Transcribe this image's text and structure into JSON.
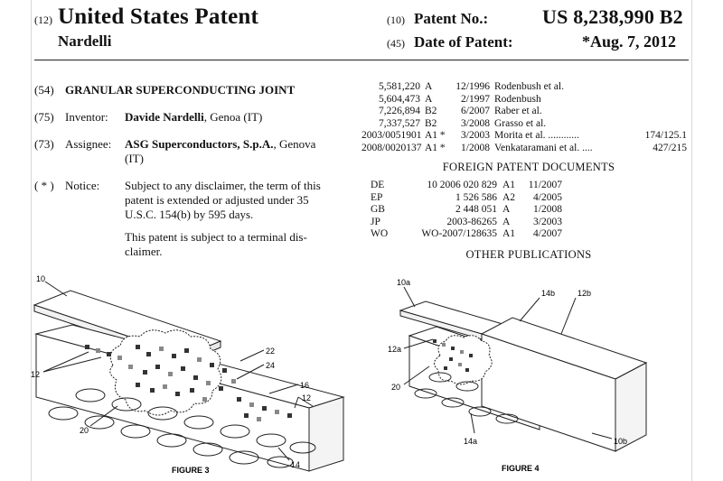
{
  "header": {
    "code12": "(12)",
    "title": "United States Patent",
    "inventor_surname": "Nardelli",
    "code10": "(10)",
    "patent_no_label": "Patent No.:",
    "patent_no": "US 8,238,990 B2",
    "code45": "(45)",
    "date_label": "Date of Patent:",
    "date": "*Aug. 7, 2012"
  },
  "fields": {
    "f54_code": "(54)",
    "f54_title": "GRANULAR SUPERCONDUCTING JOINT",
    "f75_code": "(75)",
    "f75_label": "Inventor:",
    "f75_name": "Davide Nardelli",
    "f75_loc": ", Genoa (IT)",
    "f73_code": "(73)",
    "f73_label": "Assignee:",
    "f73_name": "ASG Superconductors, S.p.A.",
    "f73_loc": ", Genova",
    "f73_loc2": "(IT)",
    "notice_code": "( * )",
    "notice_label": "Notice:",
    "notice_l1": "Subject to any disclaimer, the term of this",
    "notice_l2": "patent is extended or adjusted under 35",
    "notice_l3": "U.S.C. 154(b) by 595 days.",
    "terminal_l1": "This patent is subject to a terminal dis-",
    "terminal_l2": "claimer."
  },
  "us_refs": [
    {
      "num": "5,581,220",
      "kind": "A",
      "date": "12/1996",
      "name": "Rodenbush et al.",
      "cls": ""
    },
    {
      "num": "5,604,473",
      "kind": "A",
      "date": "2/1997",
      "name": "Rodenbush",
      "cls": ""
    },
    {
      "num": "7,226,894",
      "kind": "B2",
      "date": "6/2007",
      "name": "Raber et al.",
      "cls": ""
    },
    {
      "num": "7,337,527",
      "kind": "B2",
      "date": "3/2008",
      "name": "Grasso et al.",
      "cls": ""
    },
    {
      "num": "2003/0051901",
      "kind": "A1 *",
      "date": "3/2003",
      "name": "Morita et al. ............",
      "cls": "174/125.1"
    },
    {
      "num": "2008/0020137",
      "kind": "A1 *",
      "date": "1/2008",
      "name": "Venkataramani et al. ....",
      "cls": "427/215"
    }
  ],
  "foreign_title": "FOREIGN PATENT DOCUMENTS",
  "foreign_refs": [
    {
      "country": "DE",
      "num": "10 2006 020 829",
      "kind": "A1",
      "date": "11/2007"
    },
    {
      "country": "EP",
      "num": "1 526 586",
      "kind": "A2",
      "date": "4/2005"
    },
    {
      "country": "GB",
      "num": "2 448 051",
      "kind": "A",
      "date": "1/2008"
    },
    {
      "country": "JP",
      "num": "2003-86265",
      "kind": "A",
      "date": "3/2003"
    },
    {
      "country": "WO",
      "num": "WO-2007/128635",
      "kind": "A1",
      "date": "4/2007"
    }
  ],
  "other_title": "OTHER PUBLICATIONS",
  "figure3": {
    "caption": "FIGURE 3",
    "labels": [
      "10",
      "12",
      "20",
      "22",
      "24",
      "16",
      "12",
      "14"
    ]
  },
  "figure4": {
    "caption": "FIGURE 4",
    "labels": [
      "10a",
      "14b",
      "12b",
      "12a",
      "20",
      "14a",
      "10b"
    ]
  }
}
